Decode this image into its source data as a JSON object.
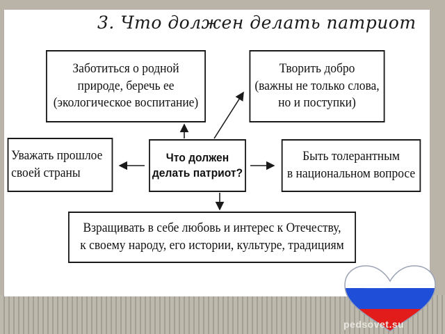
{
  "title": "3. Что должен делать патриот",
  "boxes": {
    "center": "Что должен\nделать патриот?",
    "nature": "Заботиться о родной\nприроде, беречь ее\n(экологическое воспитание)",
    "good": "Творить добро\n(важны не только слова,\nно и поступки)",
    "past": "Уважать прошлое\nсвоей страны",
    "tolerant": "Быть толерантным\nв национальном вопросе",
    "love": "Взращивать в себе любовь и интерес к Отечеству,\nк своему народу, его истории, культуре, традициям"
  },
  "watermark": "pedsovet.su",
  "colors": {
    "flag_white": "#ffffff",
    "flag_blue": "#1f4fd8",
    "flag_red": "#e21b1b",
    "frame": "#b9b4a7"
  }
}
